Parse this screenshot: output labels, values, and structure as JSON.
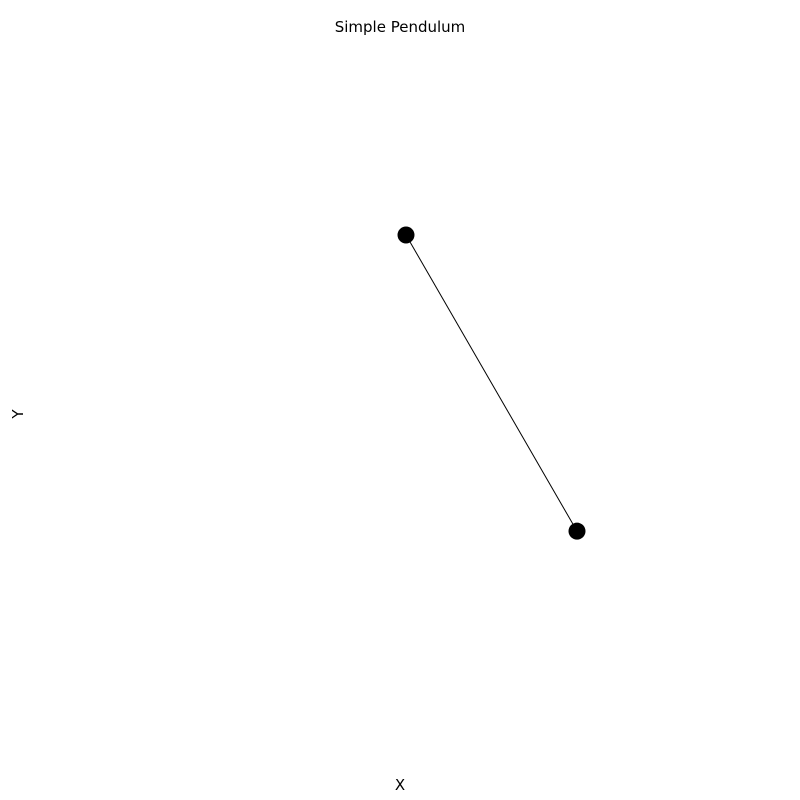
{
  "title": "Simple Pendulum",
  "xlabel": "X",
  "ylabel": "Y",
  "pendulum": {
    "pivot": {
      "x": 0.0,
      "y": 0.0
    },
    "bob": {
      "x": 0.5,
      "y": -0.866
    },
    "color": "#000000"
  }
}
